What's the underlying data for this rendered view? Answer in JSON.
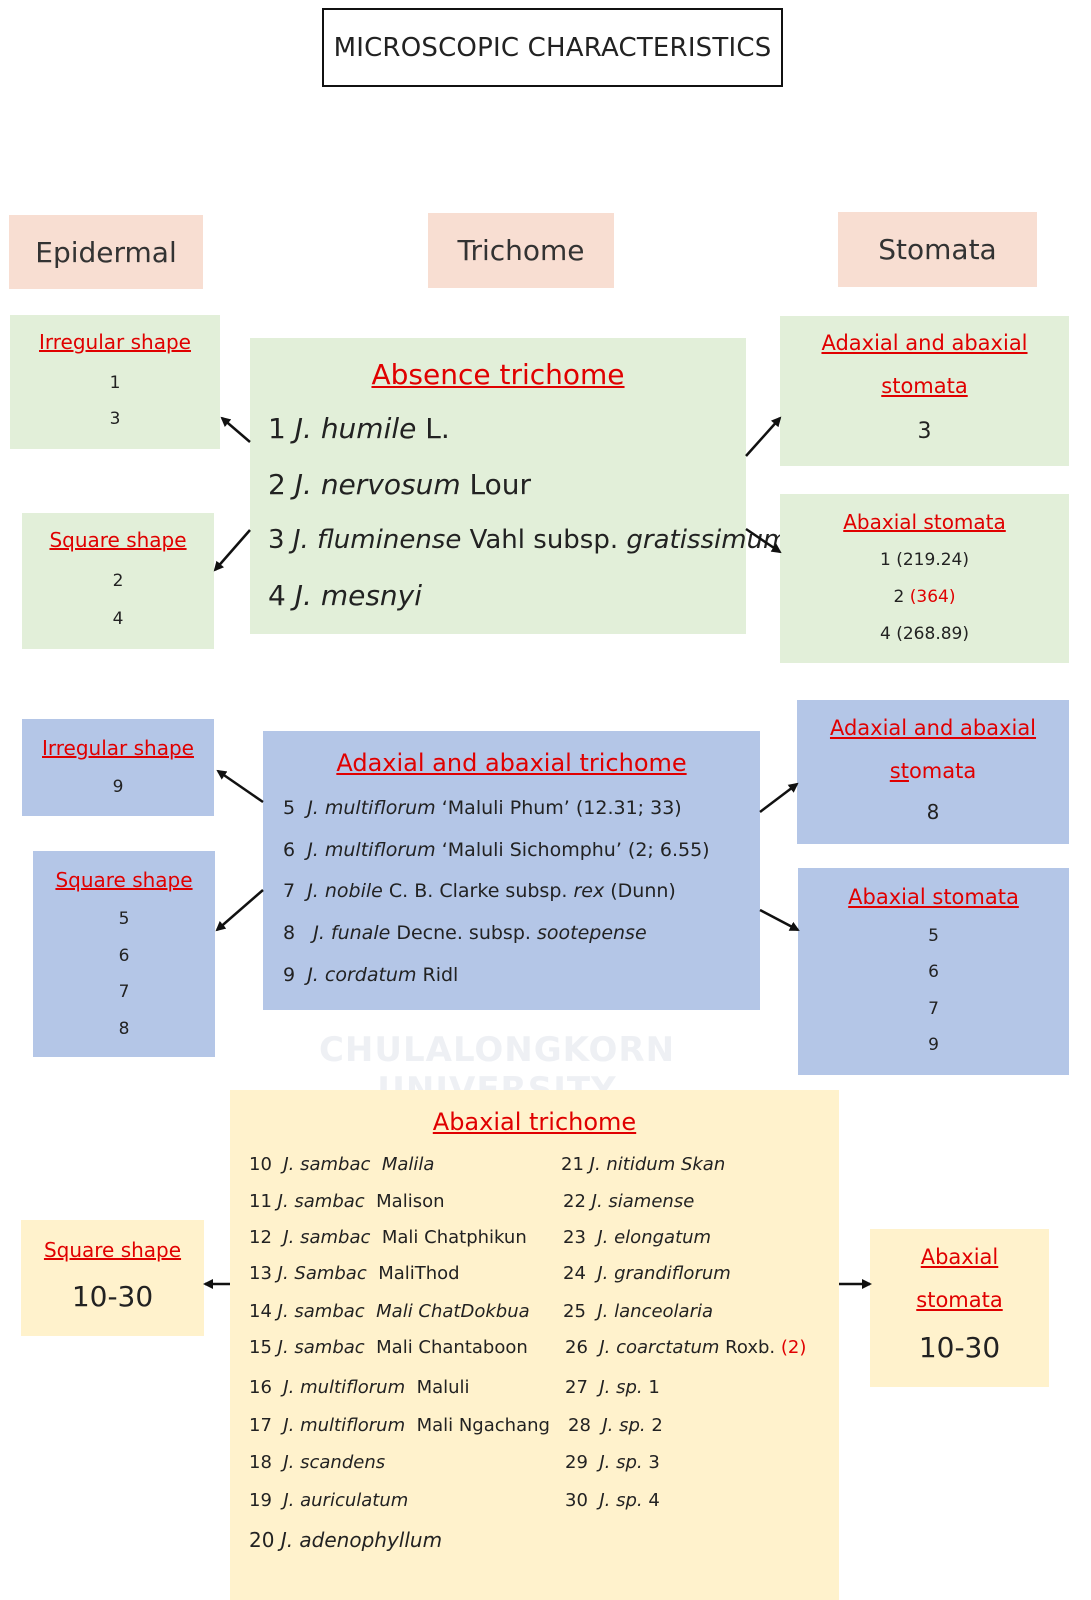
{
  "title": "MICROSCOPIC CHARACTERISTICS",
  "headers": {
    "epidermal": "Epidermal",
    "trichome": "Trichome",
    "stomata": "Stomata"
  },
  "group1": {
    "heading": "Absence trichome",
    "items": [
      {
        "n": "1",
        "genus": "J.",
        "epithet": "humile",
        "rest": "L.",
        "rest_italic": ""
      },
      {
        "n": "2",
        "genus": "J.",
        "epithet": "nervosum",
        "rest": "Lour",
        "rest_italic": ""
      },
      {
        "n": "3",
        "genus": "J.",
        "epithet": "fluminense",
        "rest": "Vahl subsp.",
        "rest_italic": "gratissimum"
      },
      {
        "n": "4",
        "genus": "J.",
        "epithet": "mesnyi",
        "rest": "",
        "rest_italic": ""
      }
    ],
    "epi_irregular": {
      "label": "Irregular shape",
      "nums": [
        "1",
        "3"
      ]
    },
    "epi_square": {
      "label": "Square shape",
      "nums": [
        "2",
        "4"
      ]
    },
    "sto_adab": {
      "label1": "Adaxial and abaxial",
      "label2": "stomata",
      "nums": [
        "3"
      ]
    },
    "sto_ab": {
      "label": "Abaxial stomata",
      "rows": [
        {
          "n": "1",
          "v": "(219.24)",
          "red": false
        },
        {
          "n": "2",
          "v": "(364)",
          "red": true
        },
        {
          "n": "4",
          "v": "(268.89)",
          "red": false
        }
      ]
    }
  },
  "group2": {
    "heading": "Adaxial and abaxial trichome",
    "items": [
      {
        "n": "5",
        "sp": "J. multiflorum",
        "rest": "‘Maluli Phum’ (12.31; 33)",
        "tail_italic": "",
        "tail": ""
      },
      {
        "n": "6",
        "sp": "J. multiflorum",
        "rest": "‘Maluli Sichomphu’ (2; 6.55)",
        "tail_italic": "",
        "tail": ""
      },
      {
        "n": "7",
        "sp": "J. nobile",
        "rest": "C. B. Clarke subsp.",
        "tail_italic": "rex",
        "tail": "(Dunn)"
      },
      {
        "n": "8",
        "sp": "J. funale",
        "rest": "Decne. subsp.",
        "tail_italic": "sootepense",
        "tail": ""
      },
      {
        "n": "9",
        "sp": "J. cordatum",
        "rest": "Ridl",
        "tail_italic": "",
        "tail": ""
      }
    ],
    "epi_irregular": {
      "label": "Irregular shape",
      "nums": [
        "9"
      ]
    },
    "epi_square": {
      "label": "Square shape",
      "nums": [
        "5",
        "6",
        "7",
        "8"
      ]
    },
    "sto_adab": {
      "label1": "Adaxial and abaxial",
      "label2a": "st",
      "label2b": "omata",
      "nums": [
        "8"
      ]
    },
    "sto_ab": {
      "label": "Abaxial stomata",
      "nums": [
        "5",
        "6",
        "7",
        "9"
      ]
    }
  },
  "group3": {
    "heading": "Abaxial trichome",
    "left": [
      {
        "n": "10",
        "sp": "J. sambac",
        "rest": "",
        "rest_italic": "Malila"
      },
      {
        "n": "11",
        "sp": "J. sambac",
        "rest": "Malison",
        "rest_italic": ""
      },
      {
        "n": "12",
        "sp": "J. sambac",
        "rest": "Mali Chatphikun",
        "rest_italic": ""
      },
      {
        "n": "13",
        "sp": "J. Sambac",
        "rest": "MaliThod",
        "rest_italic": ""
      },
      {
        "n": "14",
        "sp": "J. sambac",
        "rest": "",
        "rest_italic": "Mali ChatDokbua"
      },
      {
        "n": "15",
        "sp": "J. sambac",
        "rest": "Mali Chantaboon",
        "rest_italic": ""
      },
      {
        "n": "16",
        "sp": "J. multiflorum",
        "rest": "Maluli",
        "rest_italic": ""
      },
      {
        "n": "17",
        "sp": "J. multiflorum",
        "rest": "Mali Ngachang",
        "rest_italic": ""
      },
      {
        "n": "18",
        "sp": "J. scandens",
        "rest": "",
        "rest_italic": ""
      },
      {
        "n": "19",
        "sp": "J. auriculatum",
        "rest": "",
        "rest_italic": ""
      },
      {
        "n": "20",
        "sp": "J. adenophyllum",
        "rest": "",
        "rest_italic": ""
      }
    ],
    "right": [
      {
        "n": "21",
        "sp": "J. nitidum Skan",
        "rest": "",
        "red": ""
      },
      {
        "n": "22",
        "sp": "J. siamense",
        "rest": "",
        "red": ""
      },
      {
        "n": "23",
        "sp": "J. elongatum",
        "rest": "",
        "red": ""
      },
      {
        "n": "24",
        "sp": "J. grandiflorum",
        "rest": "",
        "red": ""
      },
      {
        "n": "25",
        "sp": "J. lanceolaria",
        "rest": "",
        "red": ""
      },
      {
        "n": "26",
        "sp": "J. coarctatum",
        "rest": "Roxb.",
        "red": "(2)"
      },
      {
        "n": "27",
        "sp": "J. sp.",
        "rest": "1",
        "red": ""
      },
      {
        "n": "28",
        "sp": "J. sp.",
        "rest": "2",
        "red": ""
      },
      {
        "n": "29",
        "sp": "J. sp.",
        "rest": "3",
        "red": ""
      },
      {
        "n": "30",
        "sp": "J. sp.",
        "rest": "4",
        "red": ""
      }
    ],
    "epi_square": {
      "label": "Square shape",
      "value": "10-30"
    },
    "sto_ab": {
      "label1": "Abaxial",
      "label2": "stomata",
      "value": "10-30"
    }
  },
  "watermark": "CHULALONGKORN UNIVERSITY"
}
